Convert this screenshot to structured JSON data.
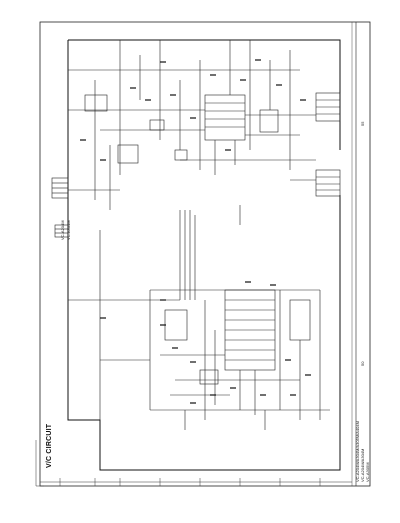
{
  "diagram": {
    "title": "V/C CIRCUIT",
    "model_labels": [
      "VC-A204M",
      "VC-A304M"
    ],
    "coordinates": [
      "50",
      "55"
    ],
    "notes": [
      "VC-A204M/A304M/A305M/A404M",
      "VC-A204M/A304M",
      "VC-A305M"
    ]
  }
}
